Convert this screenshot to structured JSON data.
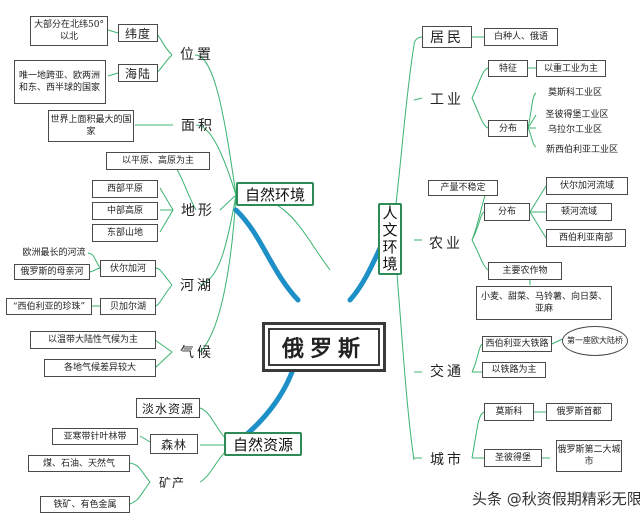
{
  "center": "俄罗斯",
  "branches": {
    "natural_env": "自然环境",
    "human_env": "人文环境",
    "natural_res": "自然资源"
  },
  "natural_env": {
    "location": {
      "label": "位置",
      "latitude": {
        "label": "纬度",
        "note": "大部分在北纬50°以北"
      },
      "sea_land": {
        "label": "海陆",
        "note": "唯一地跨亚、欧两洲和东、西半球的国家"
      }
    },
    "area": {
      "label": "面积",
      "note": "世界上面积最大的国家"
    },
    "terrain": {
      "label": "地形",
      "summary": "以平原、高原为主",
      "items": [
        "西部平原",
        "中部高原",
        "东部山地"
      ]
    },
    "rivers_lakes": {
      "label": "河湖",
      "volga": {
        "label": "伏尔加河",
        "notes": [
          "欧洲最长的河流",
          "俄罗斯的母亲河"
        ]
      },
      "baikal": {
        "label": "贝加尔湖",
        "note": "“西伯利亚的珍珠”"
      }
    },
    "climate": {
      "label": "气候",
      "notes": [
        "以温带大陆性气候为主",
        "各地气候差异较大"
      ]
    }
  },
  "human_env": {
    "residents": {
      "label": "居民",
      "note": "白种人、俄语"
    },
    "industry": {
      "label": "工业",
      "feature": {
        "label": "特征",
        "note": "以重工业为主"
      },
      "distribution": {
        "label": "分布",
        "items": [
          "莫斯科工业区",
          "圣彼得堡工业区",
          "乌拉尔工业区",
          "新西伯利亚工业区"
        ]
      }
    },
    "agriculture": {
      "label": "农业",
      "unstable": "产量不稳定",
      "distribution": {
        "label": "分布",
        "items": [
          "伏尔加河流域",
          "顿河流域",
          "西伯利亚南部"
        ]
      },
      "crops": {
        "label": "主要农作物",
        "note": "小麦、甜菜、马铃薯、向日葵、亚麻"
      }
    },
    "transport": {
      "label": "交通",
      "railway": "西伯利亚大铁路",
      "bubble": "第一座欧大陆桥",
      "main": "以铁路为主"
    },
    "cities": {
      "label": "城市",
      "moscow": {
        "label": "莫斯科",
        "note": "俄罗斯首都"
      },
      "stpetersburg": {
        "label": "圣彼得堡",
        "note": "俄罗斯第二大城市"
      }
    }
  },
  "natural_res": {
    "water": "淡水资源",
    "forest": {
      "label": "森林",
      "note": "亚寒带针叶林带"
    },
    "minerals": {
      "label": "矿产",
      "items": [
        "煤、石油、天然气",
        "铁矿、有色金属"
      ]
    }
  },
  "watermark": "头条 @秋资假期精彩无限",
  "colors": {
    "branch_border": "#2e8b57",
    "branch_line": "#1e90c8",
    "line": "#3cb371"
  }
}
